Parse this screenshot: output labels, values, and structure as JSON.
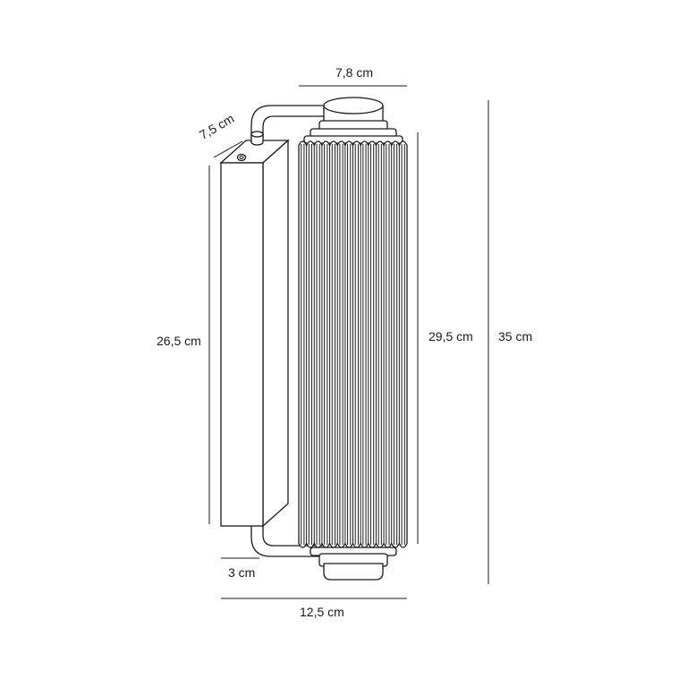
{
  "dimensions": {
    "top_width": "7,8 cm",
    "depth": "7,5 cm",
    "backplate_height": "26,5 cm",
    "shade_height": "29,5 cm",
    "total_height": "35 cm",
    "backplate_width": "3 cm",
    "total_width": "12,5 cm"
  }
}
